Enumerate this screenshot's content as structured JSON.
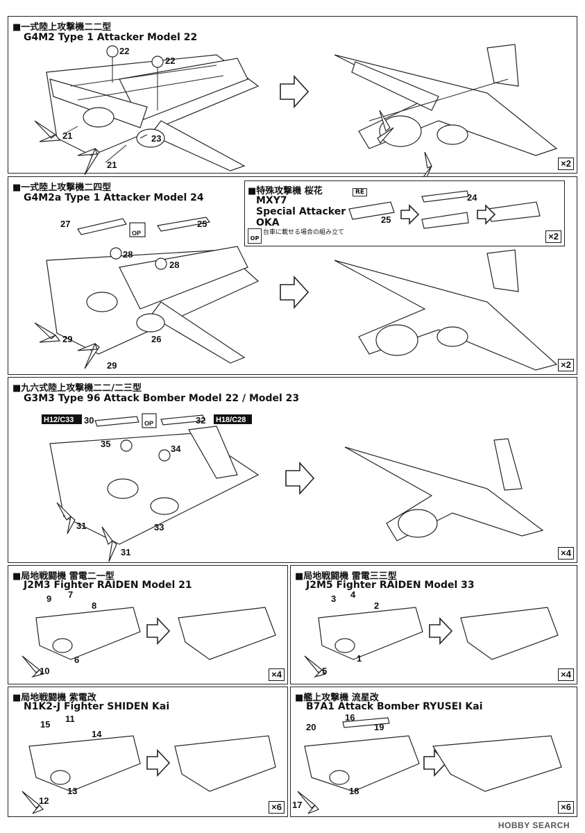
{
  "panels": {
    "p1": {
      "title_ja": "■一式陸上攻撃機二二型",
      "title_en": "G4M2 Type 1 Attacker Model 22",
      "parts": [
        "22",
        "22",
        "21",
        "23",
        "21"
      ],
      "qty": "×2"
    },
    "p2": {
      "title_ja": "■一式陸上攻撃機二四型",
      "title_en": "G4M2a Type 1 Attacker Model 24",
      "parts": [
        "27",
        "25",
        "28",
        "28",
        "29",
        "26",
        "29"
      ],
      "op_label": "OP",
      "qty": "×2"
    },
    "oka": {
      "title_ja": "■特殊攻撃機 桜花",
      "line1": "MXY7",
      "line2": "Special Attacker",
      "line3": "OKA",
      "note_op": "OP",
      "note": "台車に載せる場合の組み立て",
      "re": "RE",
      "parts": [
        "25",
        "24"
      ],
      "qty": "×2"
    },
    "p3": {
      "title_ja": "■九六式陸上攻撃機二二/二三型",
      "title_en": "G3M3 Type 96 Attack Bomber Model 22 / Model 23",
      "tag_left": "H12/C33",
      "tag_right": "H18/C28",
      "op_label": "OP",
      "parts": [
        "30",
        "32",
        "35",
        "34",
        "31",
        "33",
        "31"
      ],
      "qty": "×4"
    },
    "p4": {
      "title_ja": "■局地戦闘機 雷電二一型",
      "title_en": "J2M3 Fighter RAIDEN Model 21",
      "parts": [
        "9",
        "7",
        "8",
        "6",
        "10"
      ],
      "qty": "×4"
    },
    "p5": {
      "title_ja": "■局地戦闘機 雷電三三型",
      "title_en": "J2M5 Fighter RAIDEN Model 33",
      "parts": [
        "3",
        "4",
        "2",
        "1",
        "5"
      ],
      "qty": "×4"
    },
    "p6": {
      "title_ja": "■局地戦闘機 紫電改",
      "title_en": "N1K2-J Fighter SHIDEN Kai",
      "parts": [
        "11",
        "15",
        "14",
        "13",
        "12"
      ],
      "qty": "×6"
    },
    "p7": {
      "title_ja": "■艦上攻撃機 流星改",
      "title_en": "B7A1 Attack Bomber RYUSEI Kai",
      "parts": [
        "16",
        "20",
        "19",
        "18",
        "17"
      ],
      "qty": "×6"
    }
  },
  "watermark": "HOBBY SEARCH",
  "icons": [
    "plane-drawing",
    "propeller-part",
    "arrow-right-icon",
    "op-icon"
  ]
}
